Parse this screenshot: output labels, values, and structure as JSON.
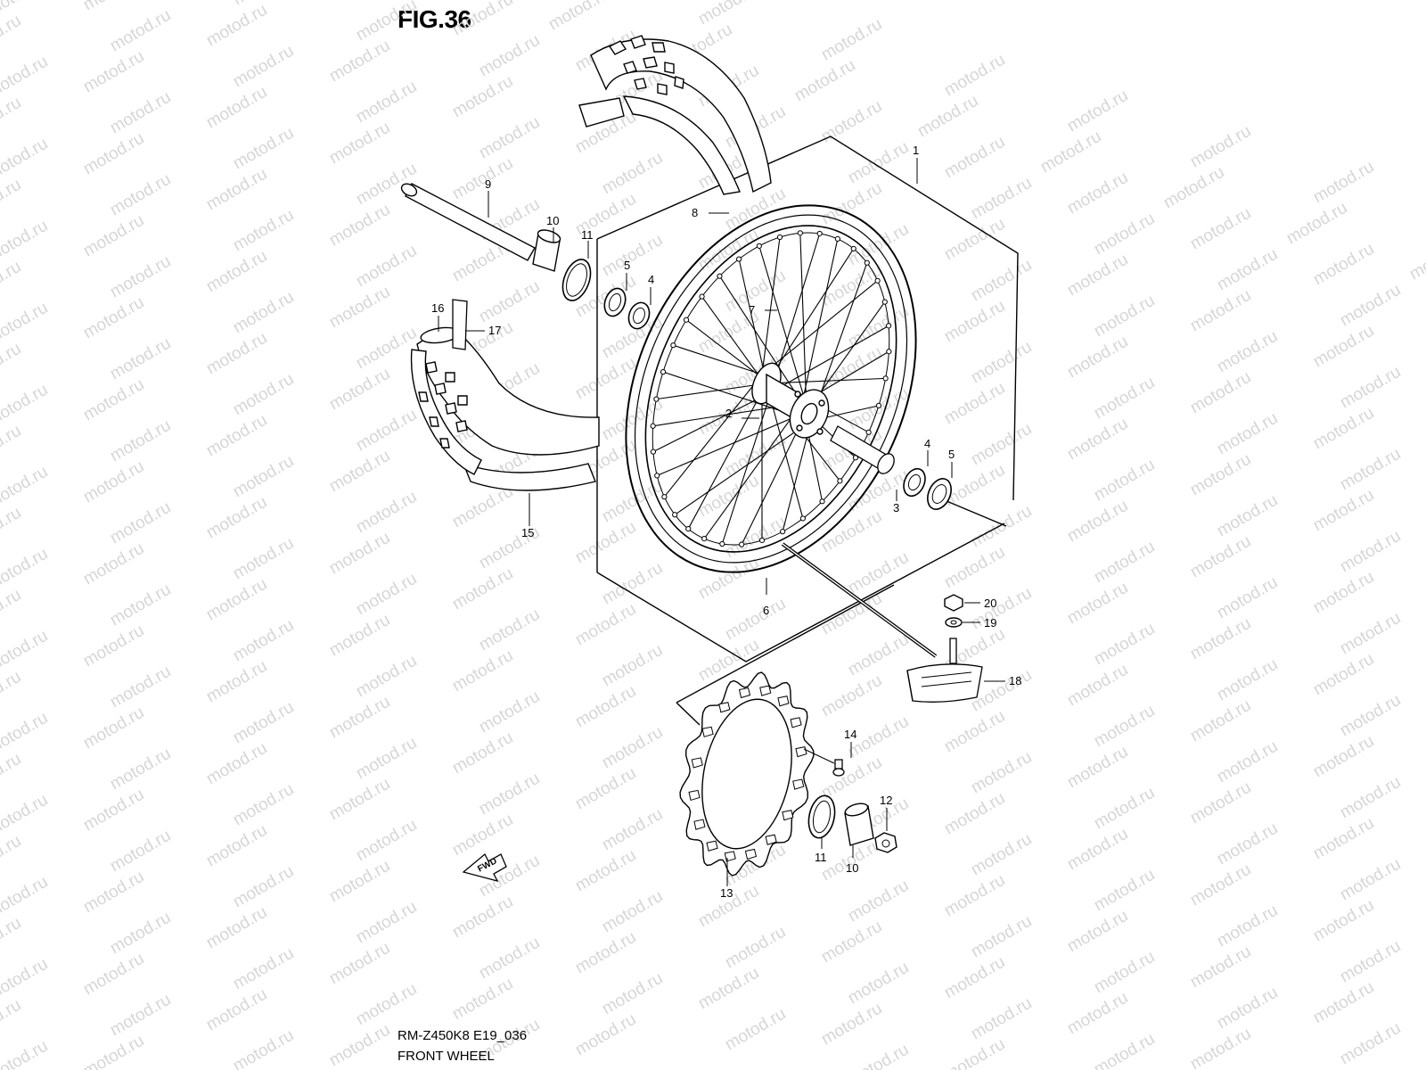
{
  "figure": {
    "title": "FIG.36",
    "code": "RM-Z450K8 E19_036",
    "name": "FRONT WHEEL"
  },
  "watermark": "motod.ru",
  "fwd_label": "FWD",
  "callouts": [
    {
      "id": "c1",
      "label": "1"
    },
    {
      "id": "c2",
      "label": "2"
    },
    {
      "id": "c3",
      "label": "3"
    },
    {
      "id": "c4a",
      "label": "4"
    },
    {
      "id": "c4b",
      "label": "4"
    },
    {
      "id": "c5a",
      "label": "5"
    },
    {
      "id": "c5b",
      "label": "5"
    },
    {
      "id": "c6",
      "label": "6"
    },
    {
      "id": "c7",
      "label": "7"
    },
    {
      "id": "c8",
      "label": "8"
    },
    {
      "id": "c9",
      "label": "9"
    },
    {
      "id": "c10a",
      "label": "10"
    },
    {
      "id": "c10b",
      "label": "10"
    },
    {
      "id": "c11a",
      "label": "11"
    },
    {
      "id": "c11b",
      "label": "11"
    },
    {
      "id": "c12",
      "label": "12"
    },
    {
      "id": "c13",
      "label": "13"
    },
    {
      "id": "c14",
      "label": "14"
    },
    {
      "id": "c15",
      "label": "15"
    },
    {
      "id": "c16",
      "label": "16"
    },
    {
      "id": "c17",
      "label": "17"
    },
    {
      "id": "c18",
      "label": "18"
    },
    {
      "id": "c19",
      "label": "19"
    },
    {
      "id": "c20",
      "label": "20"
    }
  ],
  "colors": {
    "line": "#000000",
    "watermark": "#d6d6d6",
    "background": "#ffffff"
  }
}
